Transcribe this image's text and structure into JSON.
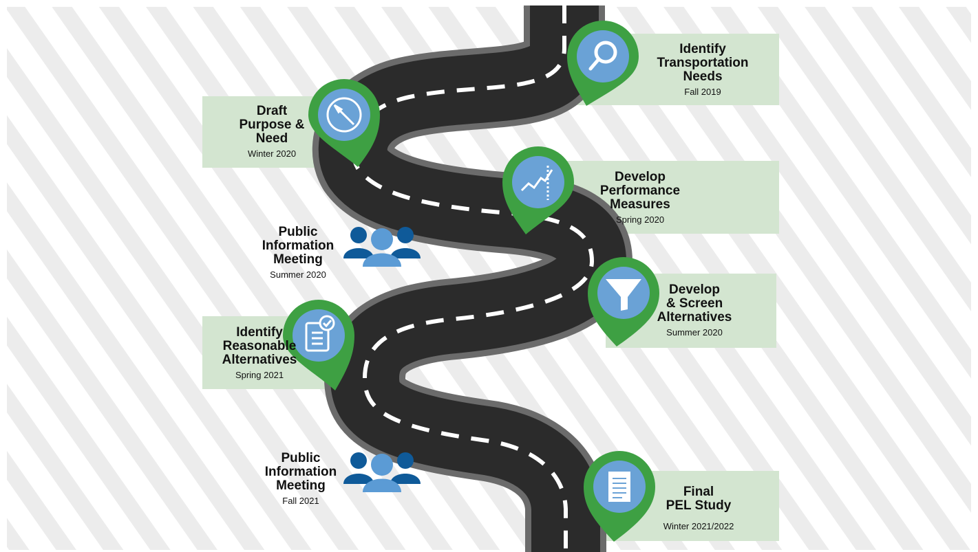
{
  "colors": {
    "road": "#2b2b2b",
    "road_edge": "#6b6b6b",
    "dash": "#ffffff",
    "pin": "#3ea043",
    "pin_inner": "#6aa2d6",
    "label_bg": "#d3e5d0",
    "people_dark": "#0f5a99",
    "people_light": "#5b9bd5"
  },
  "milestones": [
    {
      "title": "Identify\nTransportation\nNeeds",
      "date": "Fall 2019",
      "icon": "magnifier-icon"
    },
    {
      "title": "Draft\nPurpose &\nNeed",
      "date": "Winter 2020",
      "icon": "compass-icon"
    },
    {
      "title": "Develop\nPerformance\nMeasures",
      "date": "Spring  2020",
      "icon": "trend-chart-icon"
    },
    {
      "title": "Public\nInformation\nMeeting",
      "date": "Summer 2020",
      "icon": "people-icon"
    },
    {
      "title": "Develop\n& Screen\nAlternatives",
      "date": "Summer 2020",
      "icon": "funnel-icon"
    },
    {
      "title": "Identify\nReasonable\nAlternatives",
      "date": "Spring 2021",
      "icon": "clipboard-checklist-icon"
    },
    {
      "title": "Public\nInformation\nMeeting",
      "date": "Fall 2021",
      "icon": "people-icon"
    },
    {
      "title": "Final\nPEL Study",
      "date": "Winter 2021/2022",
      "icon": "document-icon"
    }
  ]
}
